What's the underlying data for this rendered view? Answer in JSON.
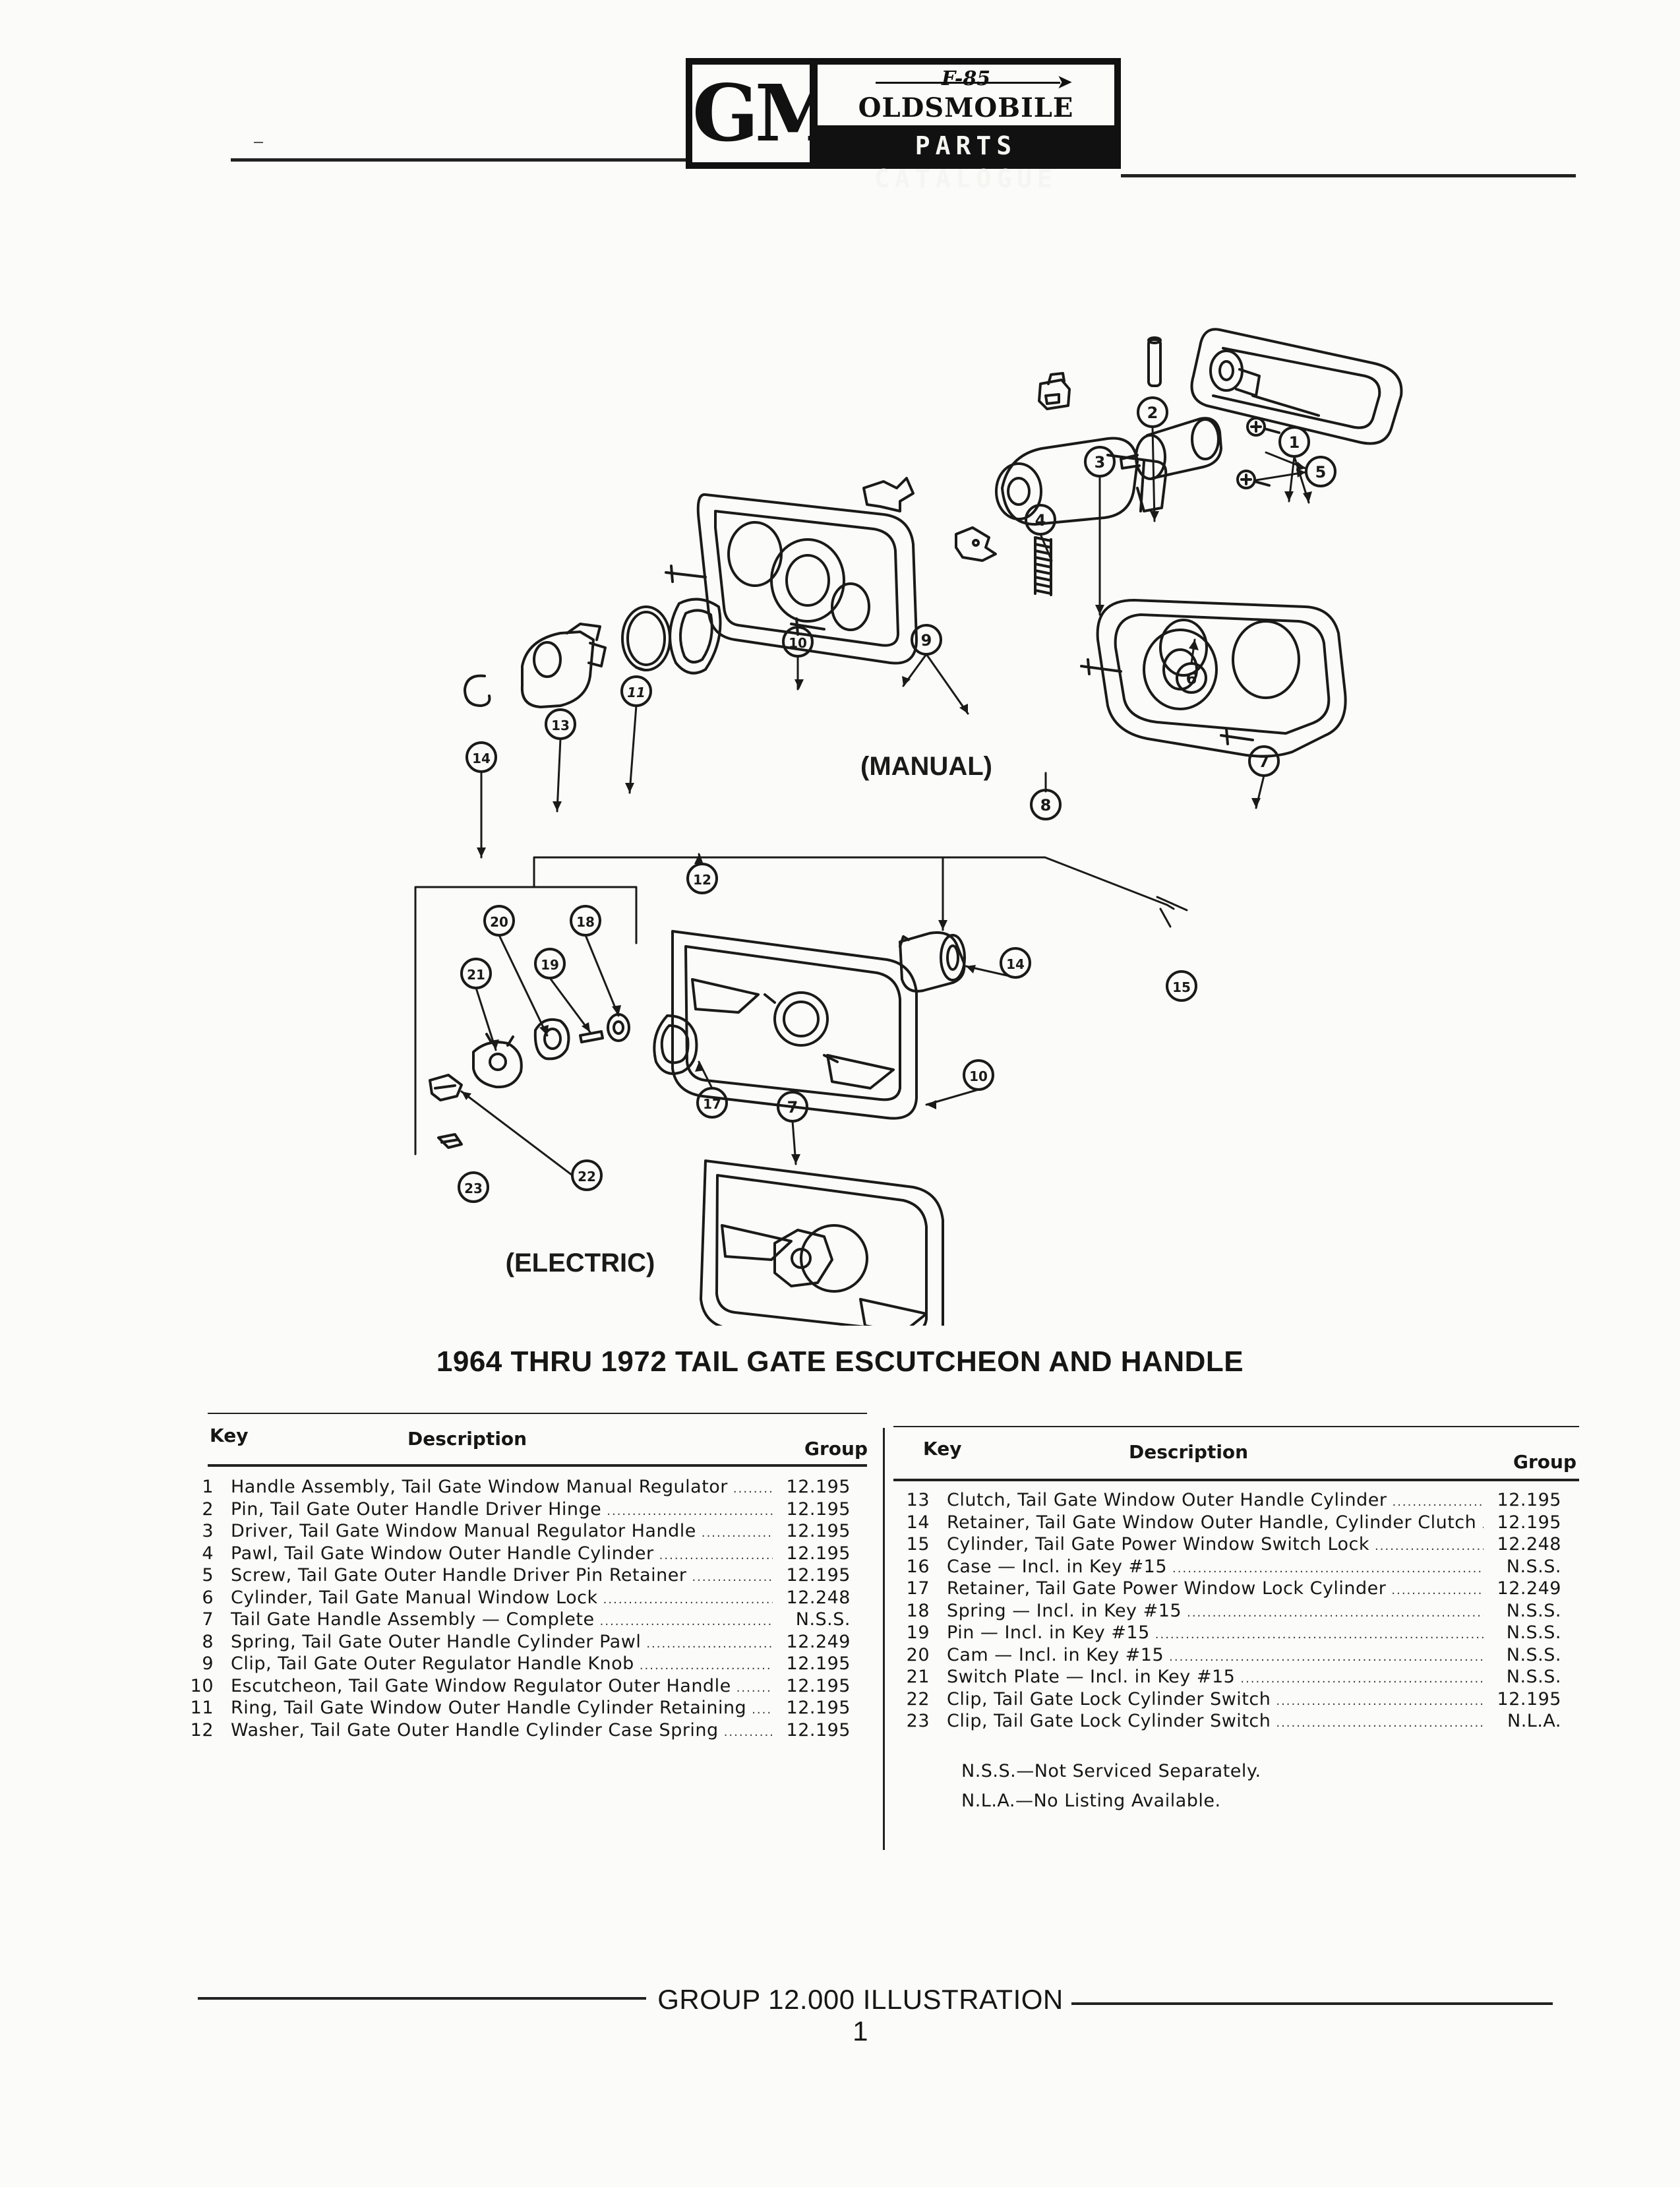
{
  "header": {
    "logo_gm": "GM",
    "logo_f85": "F-85",
    "logo_brand": "OLDSMOBILE",
    "logo_catalogue": "PARTS CATALOGUE"
  },
  "diagram": {
    "manual_label": "(MANUAL)",
    "electric_label": "(ELECTRIC)",
    "manual_callouts": [
      "1",
      "2",
      "3",
      "4",
      "5",
      "6",
      "7",
      "8",
      "9",
      "10",
      "11",
      "12",
      "13",
      "14"
    ],
    "electric_callouts": [
      "7",
      "10",
      "14",
      "15",
      "17",
      "18",
      "19",
      "20",
      "21",
      "22",
      "23"
    ]
  },
  "title": "1964 THRU 1972 TAIL GATE ESCUTCHEON AND HANDLE",
  "table": {
    "headers": {
      "key": "Key",
      "description": "Description",
      "group": "Group"
    },
    "left": [
      {
        "key": "1",
        "desc": "Handle Assembly, Tail Gate Window Manual Regulator",
        "group": "12.195"
      },
      {
        "key": "2",
        "desc": "Pin, Tail Gate Outer Handle Driver Hinge",
        "group": "12.195"
      },
      {
        "key": "3",
        "desc": "Driver, Tail Gate Window Manual Regulator Handle",
        "group": "12.195"
      },
      {
        "key": "4",
        "desc": "Pawl, Tail Gate Window Outer Handle Cylinder",
        "group": "12.195"
      },
      {
        "key": "5",
        "desc": "Screw, Tail Gate Outer Handle Driver Pin Retainer",
        "group": "12.195"
      },
      {
        "key": "6",
        "desc": "Cylinder, Tail Gate Manual Window Lock",
        "group": "12.248"
      },
      {
        "key": "7",
        "desc": "Tail Gate Handle Assembly — Complete",
        "group": "N.S.S."
      },
      {
        "key": "8",
        "desc": "Spring, Tail Gate Outer Handle Cylinder Pawl",
        "group": "12.249"
      },
      {
        "key": "9",
        "desc": "Clip, Tail Gate Outer Regulator Handle Knob",
        "group": "12.195"
      },
      {
        "key": "10",
        "desc": "Escutcheon, Tail Gate Window Regulator Outer Handle",
        "group": "12.195"
      },
      {
        "key": "11",
        "desc": "Ring, Tail Gate Window Outer Handle Cylinder Retaining",
        "group": "12.195"
      },
      {
        "key": "12",
        "desc": "Washer, Tail Gate Outer Handle Cylinder Case Spring",
        "group": "12.195"
      }
    ],
    "right": [
      {
        "key": "13",
        "desc": "Clutch, Tail Gate Window Outer Handle Cylinder",
        "group": "12.195"
      },
      {
        "key": "14",
        "desc": "Retainer, Tail Gate Window Outer Handle, Cylinder Clutch",
        "group": "12.195"
      },
      {
        "key": "15",
        "desc": "Cylinder, Tail Gate Power Window Switch Lock",
        "group": "12.248"
      },
      {
        "key": "16",
        "desc": "Case — Incl. in Key #15",
        "group": "N.S.S."
      },
      {
        "key": "17",
        "desc": "Retainer, Tail Gate Power Window Lock Cylinder",
        "group": "12.249"
      },
      {
        "key": "18",
        "desc": "Spring — Incl. in Key #15",
        "group": "N.S.S."
      },
      {
        "key": "19",
        "desc": "Pin — Incl. in Key #15",
        "group": "N.S.S."
      },
      {
        "key": "20",
        "desc": "Cam — Incl. in Key #15",
        "group": "N.S.S."
      },
      {
        "key": "21",
        "desc": "Switch Plate — Incl. in Key #15",
        "group": "N.S.S."
      },
      {
        "key": "22",
        "desc": "Clip, Tail Gate Lock Cylinder Switch",
        "group": "12.195"
      },
      {
        "key": "23",
        "desc": "Clip, Tail Gate Lock Cylinder Switch",
        "group": "N.L.A."
      }
    ],
    "notes": [
      "N.S.S.—Not Serviced Separately.",
      "N.L.A.—No Listing Available."
    ]
  },
  "footer": "GROUP 12.000 ILLUSTRATION 1"
}
